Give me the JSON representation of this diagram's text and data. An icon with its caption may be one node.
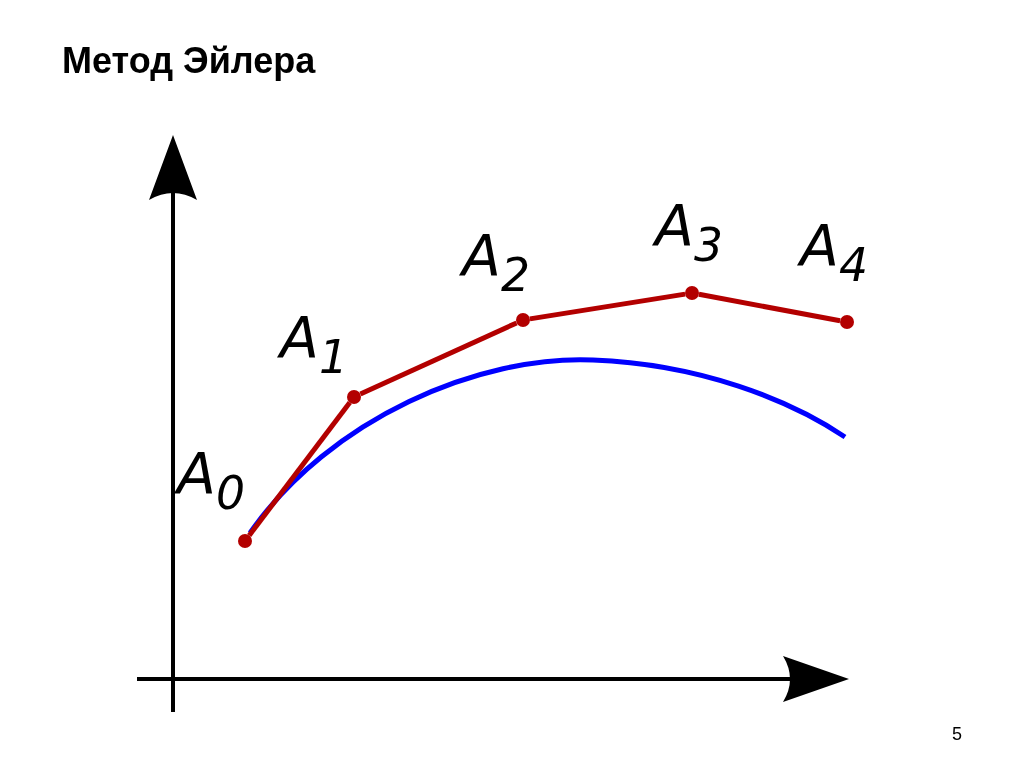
{
  "diagram": {
    "title": "Метод Эйлера",
    "nodes": [
      {
        "text": [],
        "shape": "circle",
        "beside": [
          "A$_{0}$"
        ]
      },
      {
        "text": [],
        "shape": "circle",
        "beside": [
          "A$_{1}$"
        ]
      },
      {
        "text": [],
        "shape": "circle",
        "beside": [
          "A$_{2}$"
        ]
      },
      {
        "text": [],
        "shape": "circle",
        "beside": [
          "A$_{3}$"
        ]
      },
      {
        "text": [],
        "shape": "circle",
        "beside": [
          "A$_{4}$"
        ]
      }
    ],
    "edges": [
      {
        "from": 0,
        "to": 1,
        "arrow": "none"
      },
      {
        "from": 1,
        "to": 2,
        "arrow": "none"
      },
      {
        "from": 2,
        "to": 3,
        "arrow": "none"
      },
      {
        "from": 3,
        "to": 4,
        "arrow": "none"
      }
    ],
    "labels": [
      "5"
    ]
  }
}
